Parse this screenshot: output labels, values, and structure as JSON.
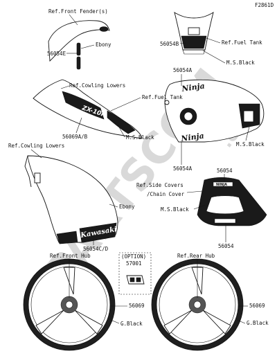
{
  "figure_id": "F2861D",
  "watermark": {
    "text": "PARTSCOM",
    "small": ".com"
  },
  "labels": {
    "front_fender_ref": "Ref.Front Fender(s)",
    "ebony_fender": "Ebony",
    "part_56054E": "56054E",
    "part_56054B": "56054B",
    "fuel_tank_ref_top": "Ref.Fuel Tank",
    "ms_black_top": "M.S.Black",
    "part_56054A_top": "56054A",
    "cowling_lowers_ref_1": "Ref.Cowling Lowers",
    "fuel_tank_ref_mid": "Ref.Fuel Tank",
    "part_56069AB": "56069A/B",
    "ms_black_cowl": "M.S.Black",
    "ms_black_tank": "M.S.Black",
    "part_56054A_bottom": "56054A",
    "cowling_lowers_ref_2": "Ref.Cowling Lowers",
    "part_56054_top": "56054",
    "side_covers_ref_1": "Ref.Side Covers",
    "side_covers_ref_2": "/Chain Cover",
    "ms_black_side": "M.S.Black",
    "ebony_lower": "Ebony",
    "part_56054_bottom": "56054",
    "part_56054CD": "56054C/D",
    "option": "(OPTION)",
    "part_57001": "57001",
    "front_hub_ref": "Ref.Front Hub",
    "rear_hub_ref": "Ref.Rear Hub",
    "part_56069_front": "56069",
    "part_56069_rear": "56069",
    "g_black_front": "G.Black",
    "g_black_rear": "G.Black"
  },
  "decals": {
    "zx10r": "ZX-10R",
    "ninja_top": "Ninja",
    "ninja_bottom": "Ninja",
    "kawasaki": "Kawasaki",
    "ninja_side": "NINJA"
  }
}
